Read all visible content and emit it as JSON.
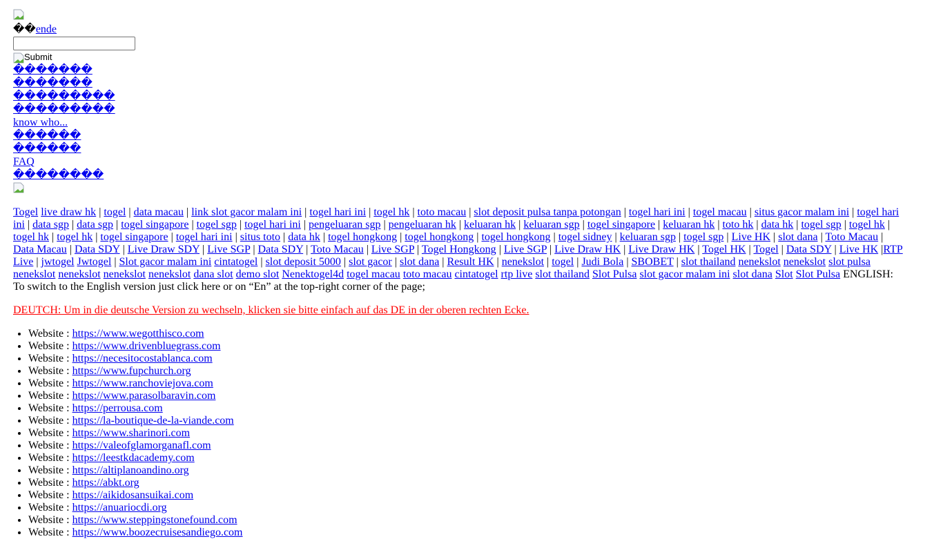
{
  "header": {
    "lang_prefix": "��",
    "lang_link": "ende",
    "search_value": "",
    "submit_alt": "Submit"
  },
  "menu": [
    "�������",
    "�������",
    "���������",
    "���������",
    "know who...",
    "������",
    "������",
    "FAQ",
    "��������"
  ],
  "links": [
    [
      "Togel",
      " "
    ],
    [
      "live draw hk",
      " | "
    ],
    [
      "togel",
      " | "
    ],
    [
      "data macau",
      " | "
    ],
    [
      "link slot gacor malam ini",
      " | "
    ],
    [
      "togel hari ini",
      " | "
    ],
    [
      "togel hk",
      " | "
    ],
    [
      "toto macau",
      " | "
    ],
    [
      "slot deposit pulsa tanpa potongan",
      " | "
    ],
    [
      "togel hari ini",
      " | "
    ],
    [
      "togel macau",
      " | "
    ],
    [
      "situs gacor malam ini",
      " | "
    ],
    [
      "togel hari ini",
      " | "
    ],
    [
      "data sgp",
      " | "
    ],
    [
      "data sgp",
      " | "
    ],
    [
      "togel singapore",
      " | "
    ],
    [
      "togel sgp",
      " | "
    ],
    [
      "togel hari ini",
      " | "
    ],
    [
      "pengeluaran sgp",
      " | "
    ],
    [
      "pengeluaran hk",
      " | "
    ],
    [
      "keluaran hk",
      " | "
    ],
    [
      "keluaran sgp",
      " | "
    ],
    [
      "togel singapore",
      " | "
    ],
    [
      "keluaran hk",
      " | "
    ],
    [
      "toto hk",
      " | "
    ],
    [
      "data hk",
      " | "
    ],
    [
      "togel sgp",
      " | "
    ],
    [
      "togel hk",
      " | "
    ],
    [
      "togel hk",
      " | "
    ],
    [
      "togel hk",
      " | "
    ],
    [
      "togel singapore",
      " | "
    ],
    [
      "togel hari ini",
      " | "
    ],
    [
      "situs toto",
      " | "
    ],
    [
      "data hk",
      " | "
    ],
    [
      "togel hongkong",
      " | "
    ],
    [
      "togel hongkong",
      " | "
    ],
    [
      "togel hongkong",
      " | "
    ],
    [
      "togel sidney",
      " | "
    ],
    [
      "keluaran sgp",
      " | "
    ],
    [
      "togel sgp",
      " | "
    ],
    [
      "Live HK",
      " | "
    ],
    [
      "slot dana",
      " | "
    ],
    [
      "Toto Macau",
      " | "
    ],
    [
      "Data Macau",
      " | "
    ],
    [
      "Data SDY",
      " | "
    ],
    [
      "Live Draw SDY",
      " | "
    ],
    [
      "Live SGP",
      " | "
    ],
    [
      "Data SDY",
      " | "
    ],
    [
      "Toto Macau",
      " | "
    ],
    [
      "Live SGP",
      " | "
    ],
    [
      "Togel Hongkong",
      " | "
    ],
    [
      "Live SGP",
      " | "
    ],
    [
      "Live Draw HK",
      " | "
    ],
    [
      "Live Draw HK",
      " | "
    ],
    [
      "Togel HK",
      " | "
    ],
    [
      "Togel",
      " | "
    ],
    [
      "Data SDY",
      " | "
    ],
    [
      "Live HK",
      " |"
    ],
    [
      "RTP Live",
      " | "
    ],
    [
      "jwtogel",
      " "
    ],
    [
      "Jwtogel",
      " | "
    ],
    [
      "Slot gacor malam ini",
      " "
    ],
    [
      "cintatogel",
      " | "
    ],
    [
      "slot deposit 5000",
      " | "
    ],
    [
      "slot gacor",
      " | "
    ],
    [
      "slot dana",
      " | "
    ],
    [
      "Result HK",
      " | "
    ],
    [
      "nenekslot",
      " | "
    ],
    [
      "togel",
      " | "
    ],
    [
      "Judi Bola",
      " | "
    ],
    [
      "SBOBET",
      " | "
    ],
    [
      "slot thailand",
      " "
    ],
    [
      "nenekslot",
      " "
    ],
    [
      "nenekslot",
      " "
    ],
    [
      "slot pulsa",
      " "
    ],
    [
      "nenekslot",
      " "
    ],
    [
      "nenekslot",
      " "
    ],
    [
      "nenekslot",
      " "
    ],
    [
      "nenekslot",
      " "
    ],
    [
      "dana slot",
      " "
    ],
    [
      "demo slot",
      " "
    ],
    [
      "Nenektogel4d",
      " "
    ],
    [
      "togel macau",
      " "
    ],
    [
      "toto macau",
      " "
    ],
    [
      "cintatogel",
      " "
    ],
    [
      "rtp live",
      " "
    ],
    [
      "slot thailand",
      " "
    ],
    [
      "Slot Pulsa",
      " "
    ],
    [
      "slot gacor malam ini",
      " "
    ],
    [
      "slot dana",
      " "
    ],
    [
      "Slot",
      " "
    ],
    [
      "Slot Pulsa",
      " "
    ]
  ],
  "english_note": "ENGLISH: To switch to the English version just click here or on “En” at the top-right corner of the page;",
  "deutch_note": "DEUTCH: Um in die deutsche Version zu wechseln, klicken sie bitte einfach auf das DE in der oberen rechten Ecke.",
  "website_label": "Website : ",
  "websites": [
    "https://www.wegotthisco.com",
    "https://www.drivenbluegrass.com",
    "https://necesitocostablanca.com",
    "https://www.fupchurch.org",
    "https://www.ranchoviejova.com",
    "https://www.parasolbaravin.com",
    "https://perrousa.com",
    "https://la-boutique-de-la-viande.com",
    "https://www.sharinori.com",
    "https://valeofglamorganafl.com",
    "https://leestkdacademy.com",
    "https://altiplanoandino.org",
    "https://abkt.org",
    "https://aikidosansuikai.com",
    "https://anuariocdi.org",
    "https://www.steppingstonefound.com",
    "https://www.boozecruisesandiego.com"
  ]
}
